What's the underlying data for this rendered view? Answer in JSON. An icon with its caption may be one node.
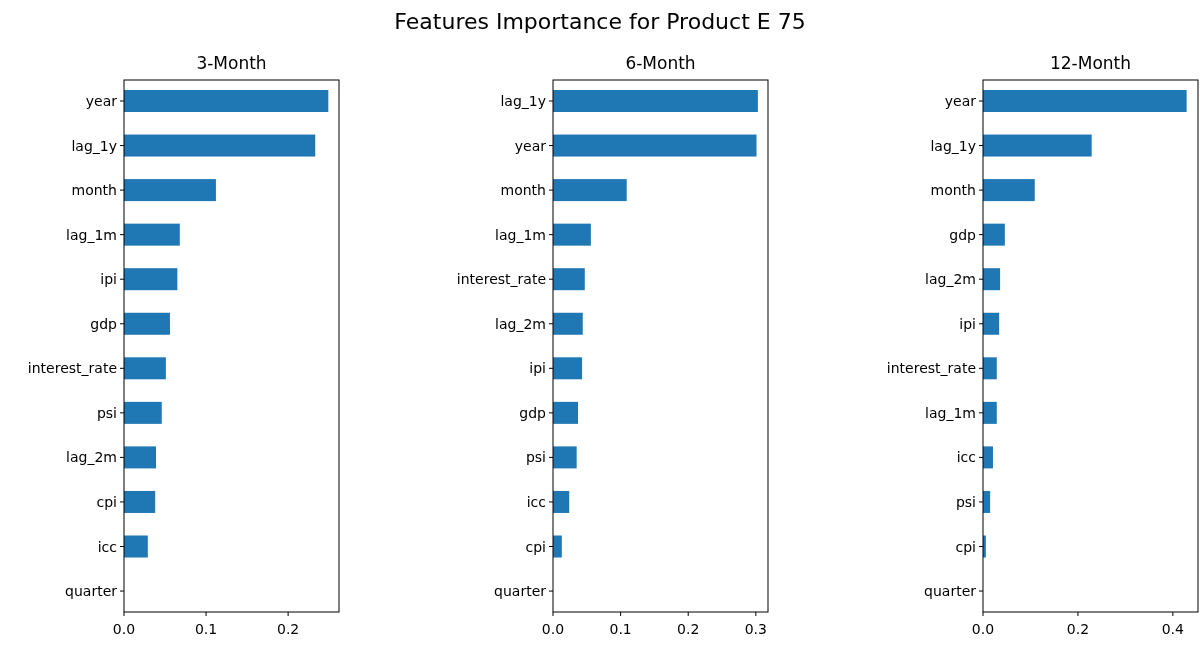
{
  "diagram": {
    "title": "Features Importance for Product E 75",
    "chart_data": [
      {
        "type": "bar",
        "orientation": "horizontal",
        "title": "3-Month",
        "categories": [
          "year",
          "lag_1y",
          "month",
          "lag_1m",
          "ipi",
          "gdp",
          "interest_rate",
          "psi",
          "lag_2m",
          "cpi",
          "icc",
          "quarter"
        ],
        "values": [
          0.249,
          0.233,
          0.112,
          0.068,
          0.065,
          0.056,
          0.051,
          0.046,
          0.039,
          0.038,
          0.029,
          0
        ],
        "xlim": [
          0,
          0.262
        ],
        "xticks": [
          {
            "value": 0,
            "label": "0.0"
          },
          {
            "value": 0.1,
            "label": "0.1"
          },
          {
            "value": 0.2,
            "label": "0.2"
          }
        ]
      },
      {
        "type": "bar",
        "orientation": "horizontal",
        "title": "6-Month",
        "categories": [
          "lag_1y",
          "year",
          "month",
          "lag_1m",
          "interest_rate",
          "lag_2m",
          "ipi",
          "gdp",
          "psi",
          "icc",
          "cpi",
          "quarter"
        ],
        "values": [
          0.303,
          0.301,
          0.109,
          0.056,
          0.047,
          0.044,
          0.043,
          0.037,
          0.035,
          0.024,
          0.013,
          0
        ],
        "xlim": [
          0,
          0.318
        ],
        "xticks": [
          {
            "value": 0,
            "label": "0.0"
          },
          {
            "value": 0.1,
            "label": "0.1"
          },
          {
            "value": 0.2,
            "label": "0.2"
          },
          {
            "value": 0.3,
            "label": "0.3"
          }
        ]
      },
      {
        "type": "bar",
        "orientation": "horizontal",
        "title": "12-Month",
        "categories": [
          "year",
          "lag_1y",
          "month",
          "gdp",
          "lag_2m",
          "ipi",
          "interest_rate",
          "lag_1m",
          "icc",
          "psi",
          "cpi",
          "quarter"
        ],
        "values": [
          0.429,
          0.229,
          0.109,
          0.046,
          0.036,
          0.034,
          0.029,
          0.029,
          0.021,
          0.015,
          0.006,
          0
        ],
        "xlim": [
          0,
          0.453
        ],
        "xticks": [
          {
            "value": 0,
            "label": "0.0"
          },
          {
            "value": 0.2,
            "label": "0.2"
          },
          {
            "value": 0.4,
            "label": "0.4"
          }
        ]
      }
    ]
  }
}
